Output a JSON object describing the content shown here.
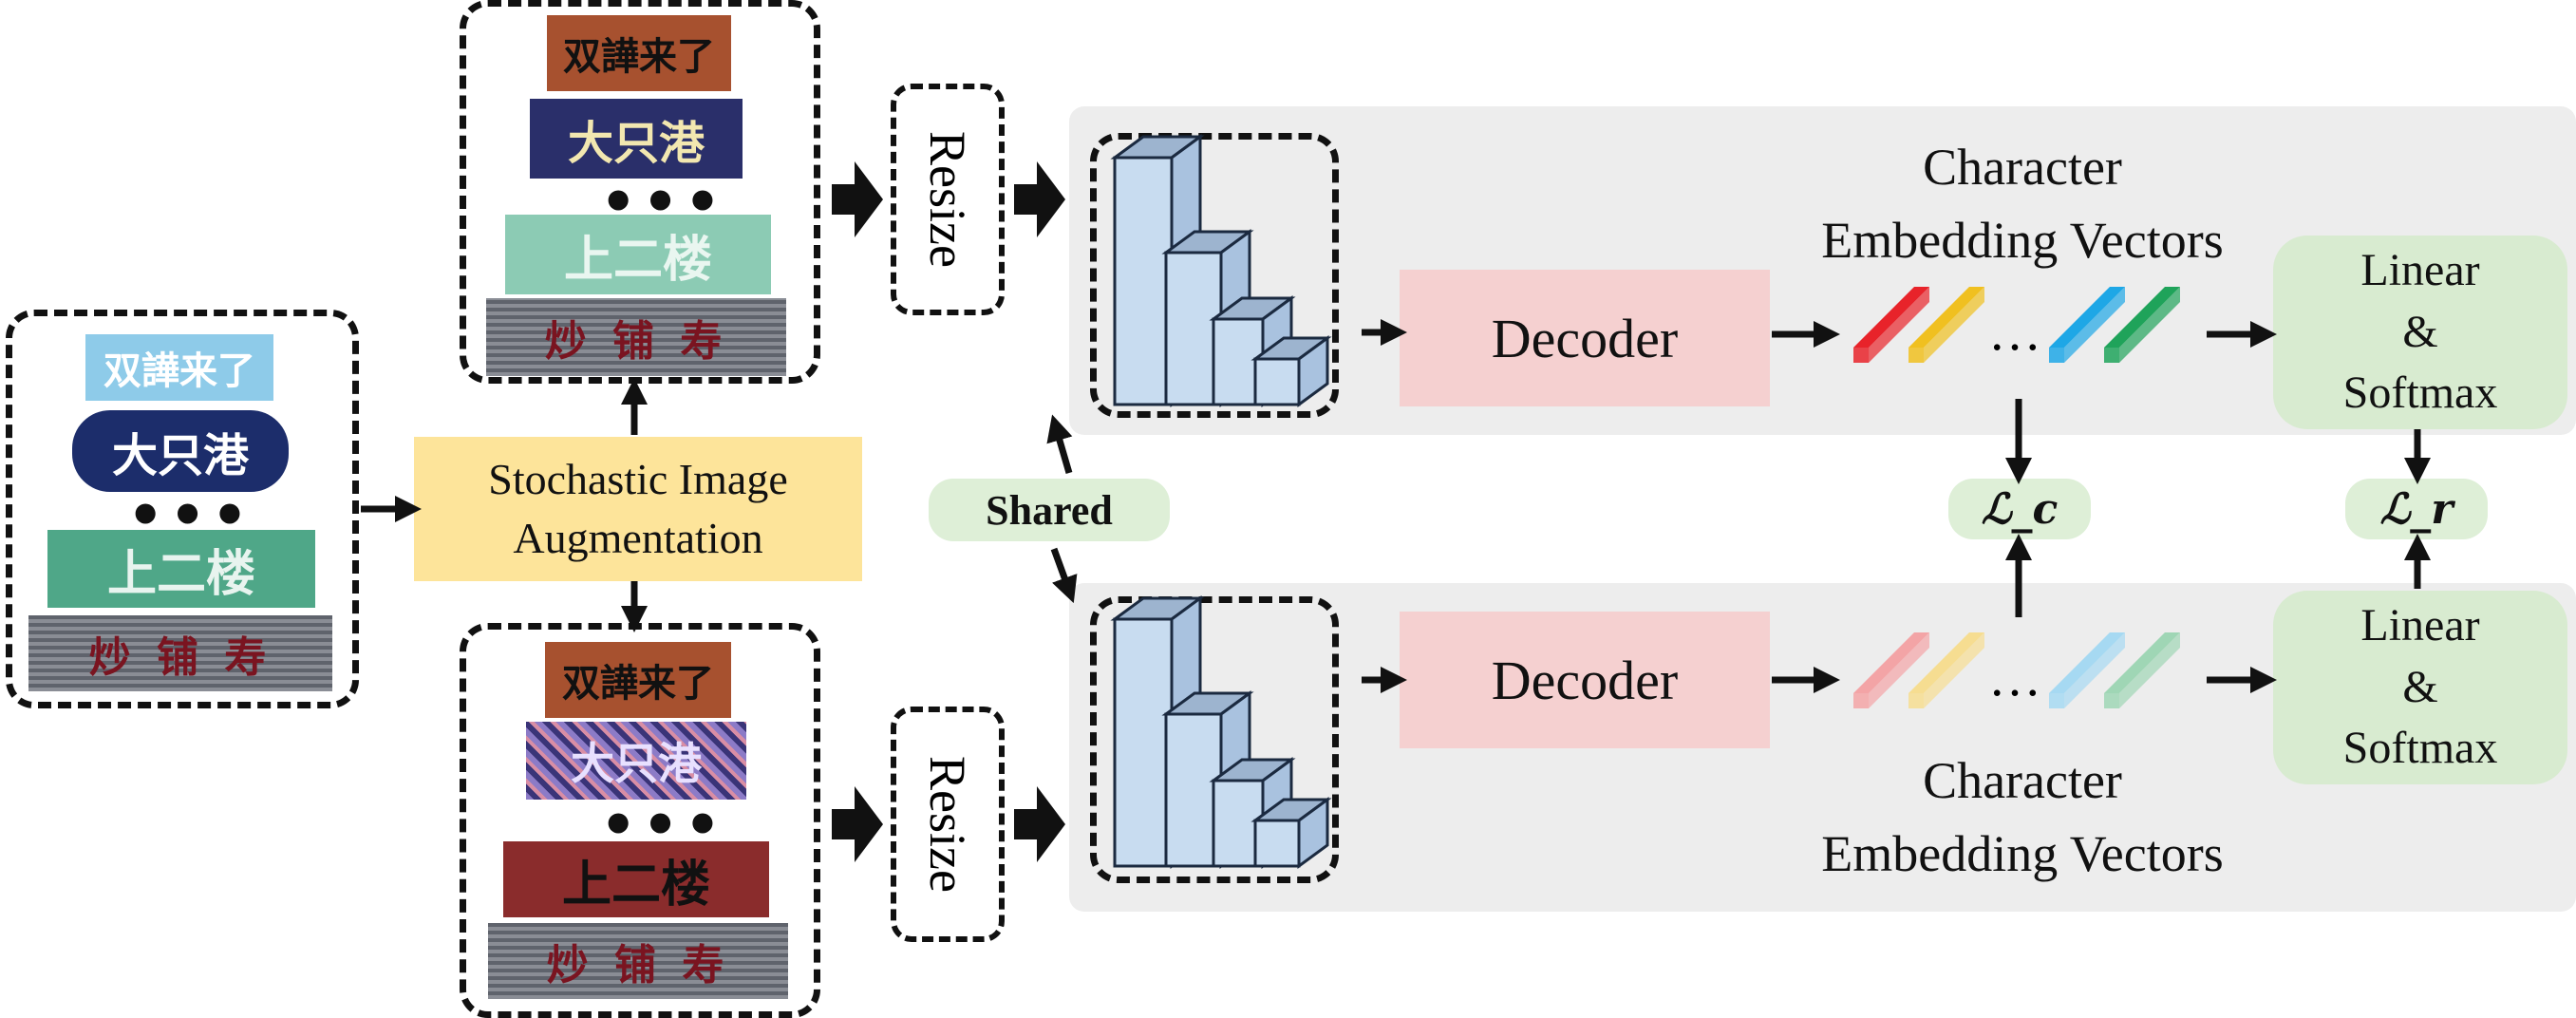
{
  "augmentation_label": "Stochastic Image Augmentation",
  "resize_label": "Resize",
  "decoder_label": "Decoder",
  "embedding_caption_top": "Character\nEmbedding Vectors",
  "embedding_caption_bottom": "Character\nEmbedding Vectors",
  "head_label": "Linear\n&\nSoftmax",
  "shared_label": "Shared",
  "loss_contrastive": "ℒ_c",
  "loss_recognition": "ℒ_r",
  "sample_texts": [
    "双譁来了",
    "大只港",
    "上二楼",
    "炒 铺 寿"
  ],
  "ellipsis": "•••",
  "vector_ellipsis": "…",
  "embedding_colors_strong": [
    "#e8232a",
    "#f0c020",
    "#1ea7e6",
    "#1fa35a"
  ],
  "embedding_colors_faint": [
    "#f3a4a6",
    "#f6dd91",
    "#a6d9f2",
    "#9fd6b5"
  ]
}
